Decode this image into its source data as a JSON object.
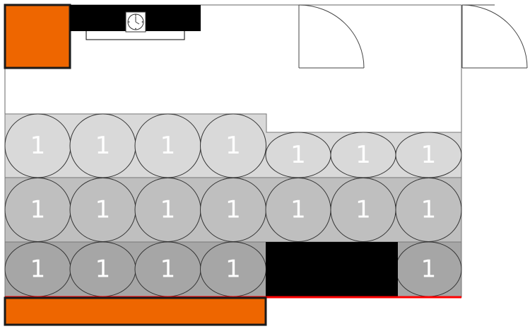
{
  "colors": {
    "row_top": "#d9d9d9",
    "row_mid": "#bfbfbf",
    "row_bottom": "#a6a6a6",
    "accent_orange": "#ee6600",
    "fixture_black": "#000000",
    "boundary_red": "#ff0000",
    "outline": "#666666"
  },
  "icons": {
    "wall_clock": "clock-icon"
  },
  "seats": {
    "top_row": [
      "1",
      "1",
      "1",
      "1",
      "1",
      "1",
      "1"
    ],
    "middle_row": [
      "1",
      "1",
      "1",
      "1",
      "1",
      "1",
      "1"
    ],
    "bottom_row": [
      "1",
      "1",
      "1",
      "1",
      "1"
    ]
  }
}
